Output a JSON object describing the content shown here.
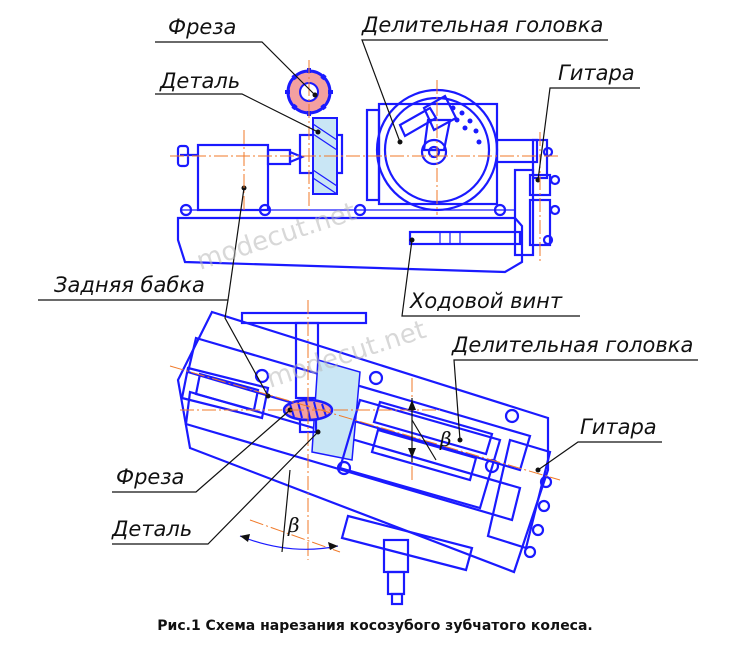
{
  "labels": {
    "top": {
      "freza": "Фреза",
      "detal": "Деталь",
      "delitelnaya_golovka": "Делительная головка",
      "gitara": "Гитара",
      "zadnyaya_babka": "Задняя бабка",
      "hodovoy_vint": "Ходовой винт"
    },
    "bottom": {
      "delitelnaya_golovka": "Делительная головка",
      "gitara": "Гитара",
      "freza": "Фреза",
      "detal": "Деталь"
    },
    "angle_symbol": "β"
  },
  "watermarks": [
    "modecut.net",
    "modecut.net"
  ],
  "caption": "Рис.1 Схема нарезания косозубого зубчатого колеса.",
  "colors": {
    "drawing_lines": "#1a1aff",
    "axis_lines": "#f07a2a",
    "cutter_fill": "#f3a0a0",
    "part_fill": "#c9e6f5",
    "text": "#111111"
  }
}
